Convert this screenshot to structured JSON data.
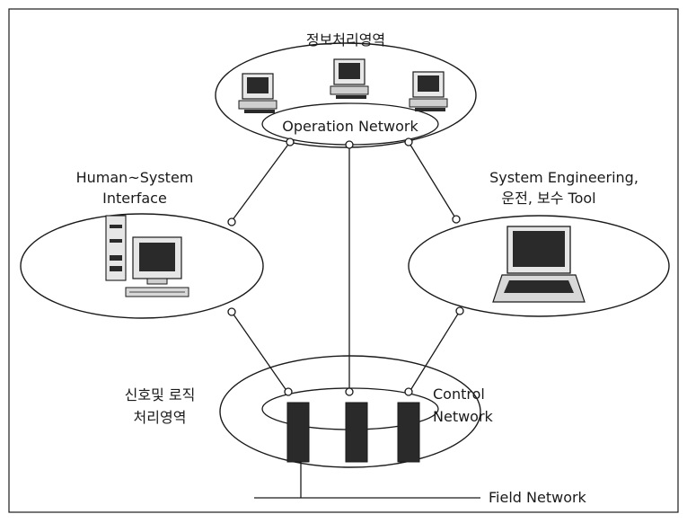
{
  "labels": {
    "info_area": "정보처리영역",
    "operation_network": "Operation Network",
    "hsi_line1": "Human~System",
    "hsi_line2": "Interface",
    "eng_line1": "System Engineering,",
    "eng_line2": "운전, 보수 Tool",
    "signal_line1": "신호및 로직",
    "signal_line2": "처리영역",
    "control_line1": "Control",
    "control_line2": "Network",
    "field_network": "Field Network"
  },
  "colors": {
    "line": "#1a1a1a",
    "device_dark": "#2a2a2a",
    "background": "#ffffff"
  },
  "icons": {
    "top_workstations": [
      "desktop-computer-icon",
      "desktop-computer-icon",
      "desktop-computer-icon"
    ],
    "hsi": "workstation-tower-icon",
    "engineering": "laptop-icon",
    "controllers": [
      "controller-cabinet-icon",
      "controller-cabinet-icon",
      "controller-cabinet-icon"
    ]
  }
}
